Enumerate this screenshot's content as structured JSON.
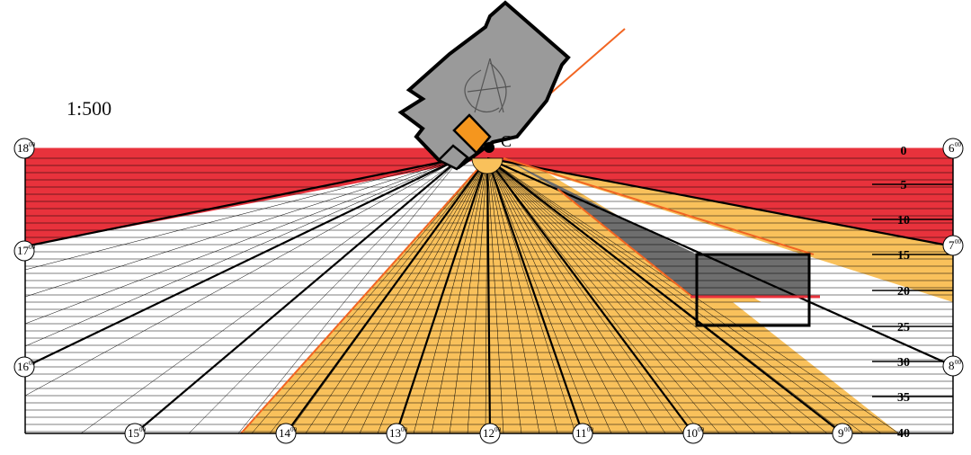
{
  "scale_label": "1:500",
  "center_label": "C",
  "depth_labels": [
    "0",
    "5",
    "10",
    "15",
    "20",
    "25",
    "30",
    "35",
    "40"
  ],
  "hour_markers": {
    "h18": {
      "hour": "18",
      "sup": "00"
    },
    "h6": {
      "hour": "6",
      "sup": "00"
    },
    "h17": {
      "hour": "17",
      "sup": "00"
    },
    "h7": {
      "hour": "7",
      "sup": "00"
    },
    "h16": {
      "hour": "16",
      "sup": "00"
    },
    "h8": {
      "hour": "8",
      "sup": "00"
    },
    "h15": {
      "hour": "15",
      "sup": "00"
    },
    "h14": {
      "hour": "14",
      "sup": "00"
    },
    "h13": {
      "hour": "13",
      "sup": "00"
    },
    "h12": {
      "hour": "12",
      "sup": "00"
    },
    "h11": {
      "hour": "11",
      "sup": "00"
    },
    "h10": {
      "hour": "10",
      "sup": "00"
    },
    "h9": {
      "hour": "9",
      "sup": "00"
    }
  },
  "colors": {
    "red_zone": "#e8323c",
    "sun_zone": "#f9c15b",
    "shadow": "#6e6e6e",
    "building": "#9a9a9a",
    "annex": "#f5961e",
    "orange_line": "#f26522",
    "ink": "#000000"
  }
}
